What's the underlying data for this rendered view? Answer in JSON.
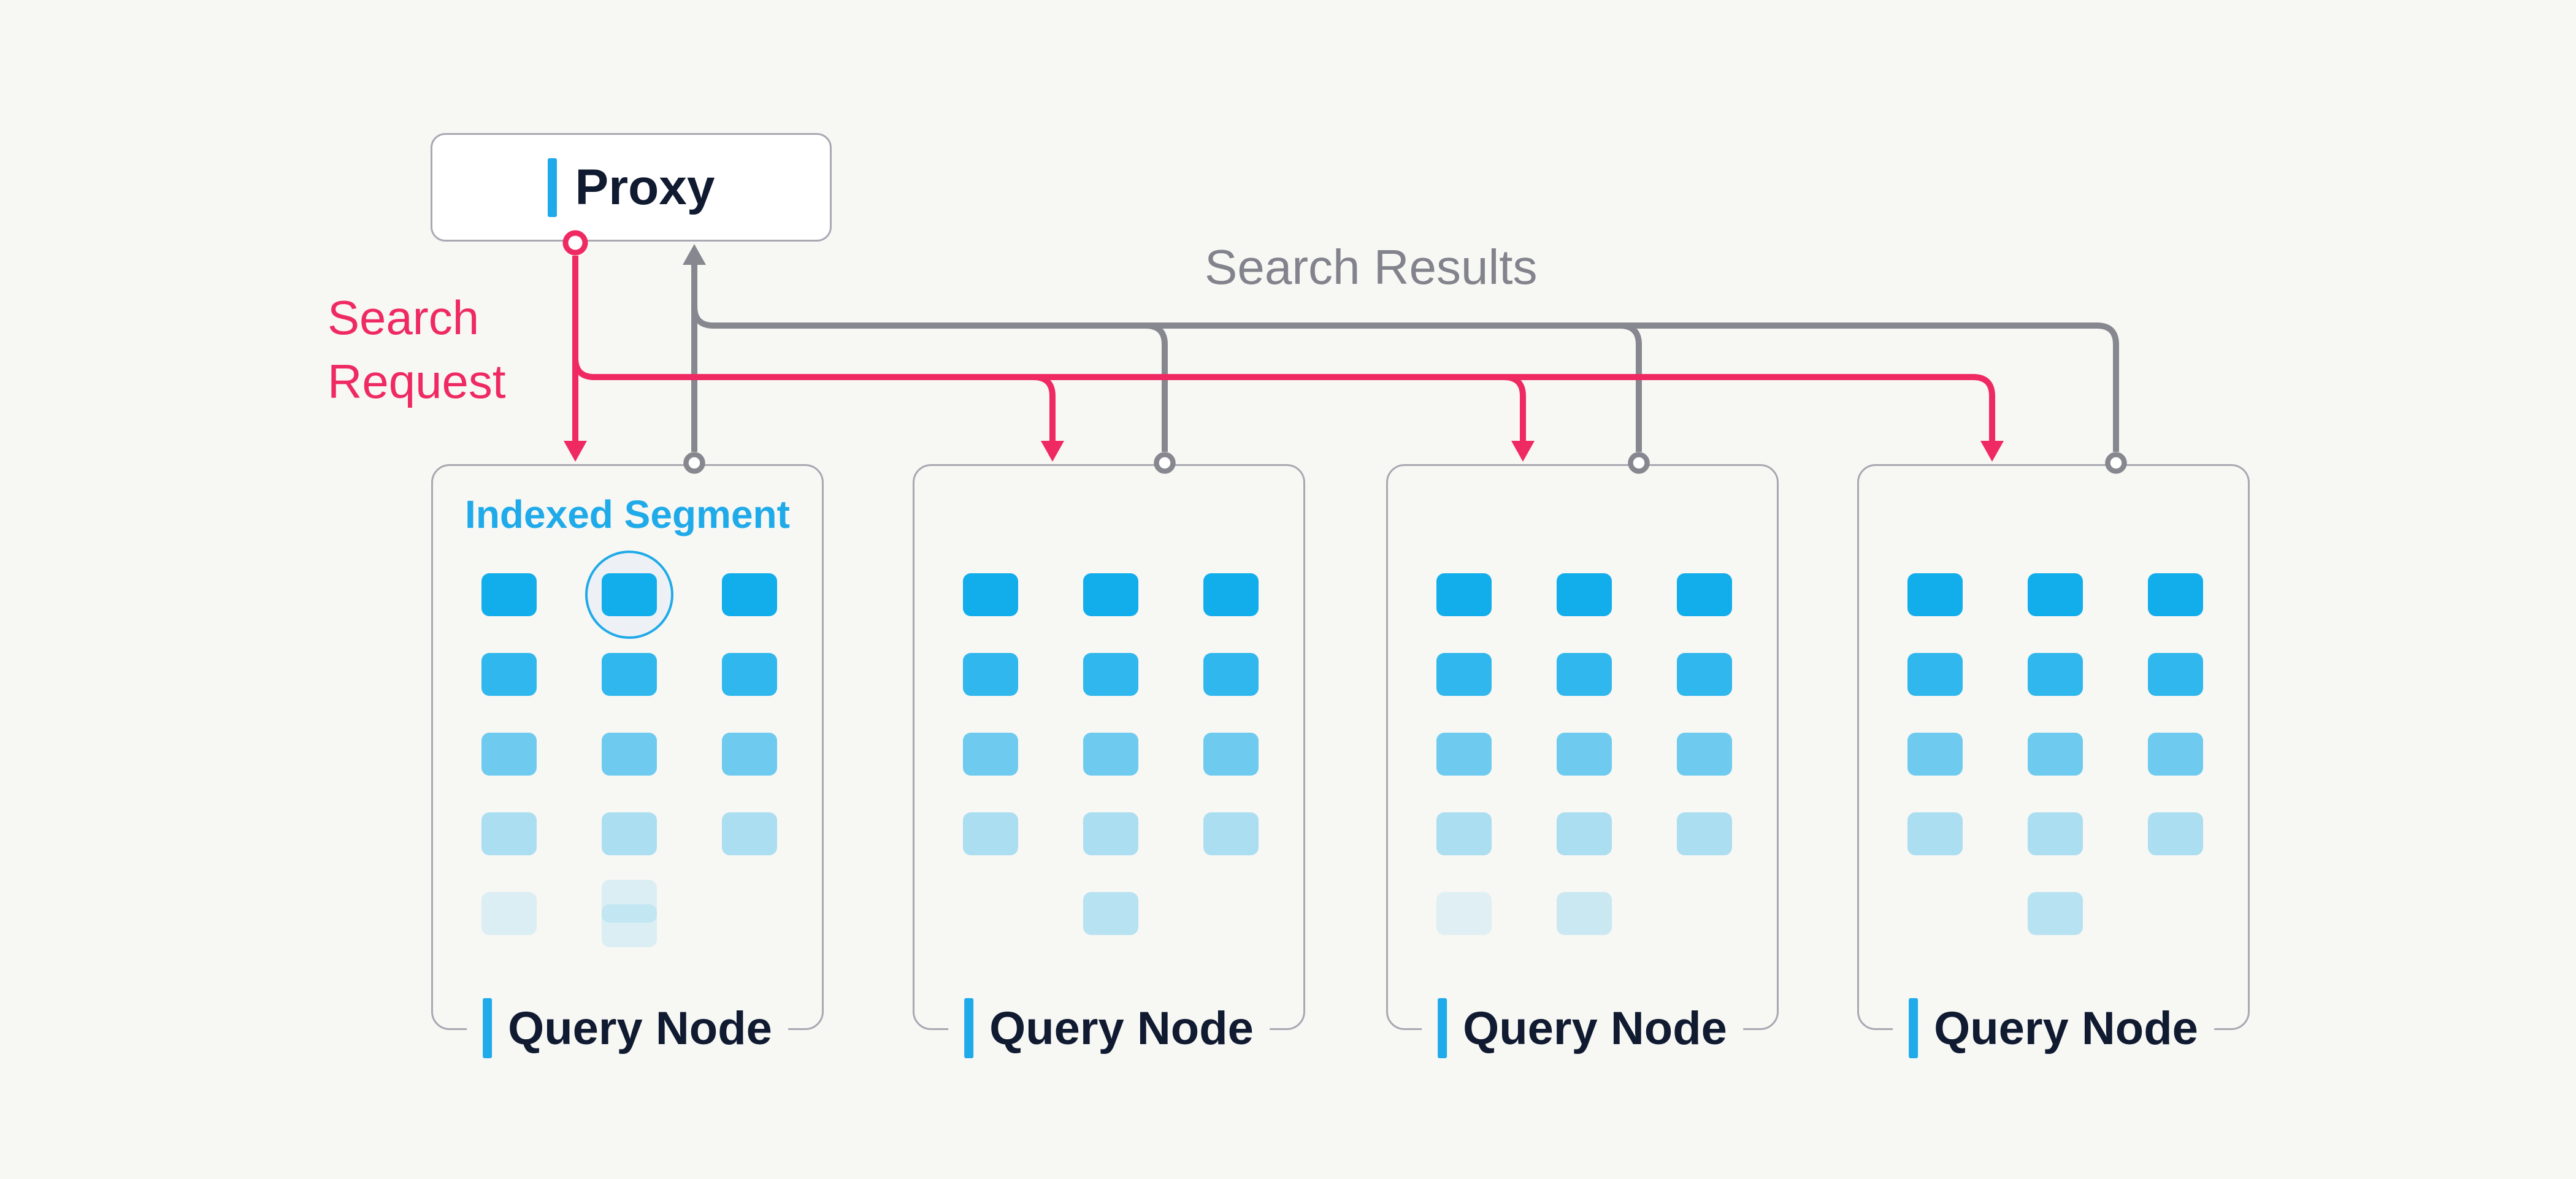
{
  "title": "Search request fan-out architecture diagram",
  "proxy": {
    "label": "Proxy"
  },
  "labels": {
    "search_request": "Search Request",
    "search_results": "Search Results"
  },
  "nodes": [
    {
      "label": "Query Node",
      "indexed_segment_label": "Indexed Segment",
      "circled_cell": {
        "row": 0,
        "col": 1
      },
      "row5_cells": [
        {
          "col": 0,
          "opacity": 0.12
        },
        {
          "col": 1,
          "opacity": 0.12,
          "stacked": true
        }
      ]
    },
    {
      "label": "Query Node",
      "row5_cells": [
        {
          "col": 1,
          "opacity": 0.28
        }
      ]
    },
    {
      "label": "Query Node",
      "row5_cells": [
        {
          "col": 0,
          "opacity": 0.1
        },
        {
          "col": 1,
          "opacity": 0.2
        }
      ]
    },
    {
      "label": "Query Node",
      "row5_cells": [
        {
          "col": 1,
          "opacity": 0.28
        }
      ]
    }
  ],
  "grid": {
    "cols": 3,
    "full_rows": 4,
    "row_opacities": [
      1,
      0.87,
      0.6,
      0.33
    ]
  },
  "colors": {
    "bg": "#F7F7F4",
    "proxy_fill": "#FFFFFF",
    "box_border": "#A9A9B3",
    "node_border": "#A8A8B2",
    "pink": "#EF2A62",
    "gray": "#87878F",
    "gray_text": "#83838D",
    "blue": "#1FAAE9",
    "dark": "#101A30",
    "square_rgb": "18,173,235",
    "circle_fill": "#EDF1F6"
  }
}
